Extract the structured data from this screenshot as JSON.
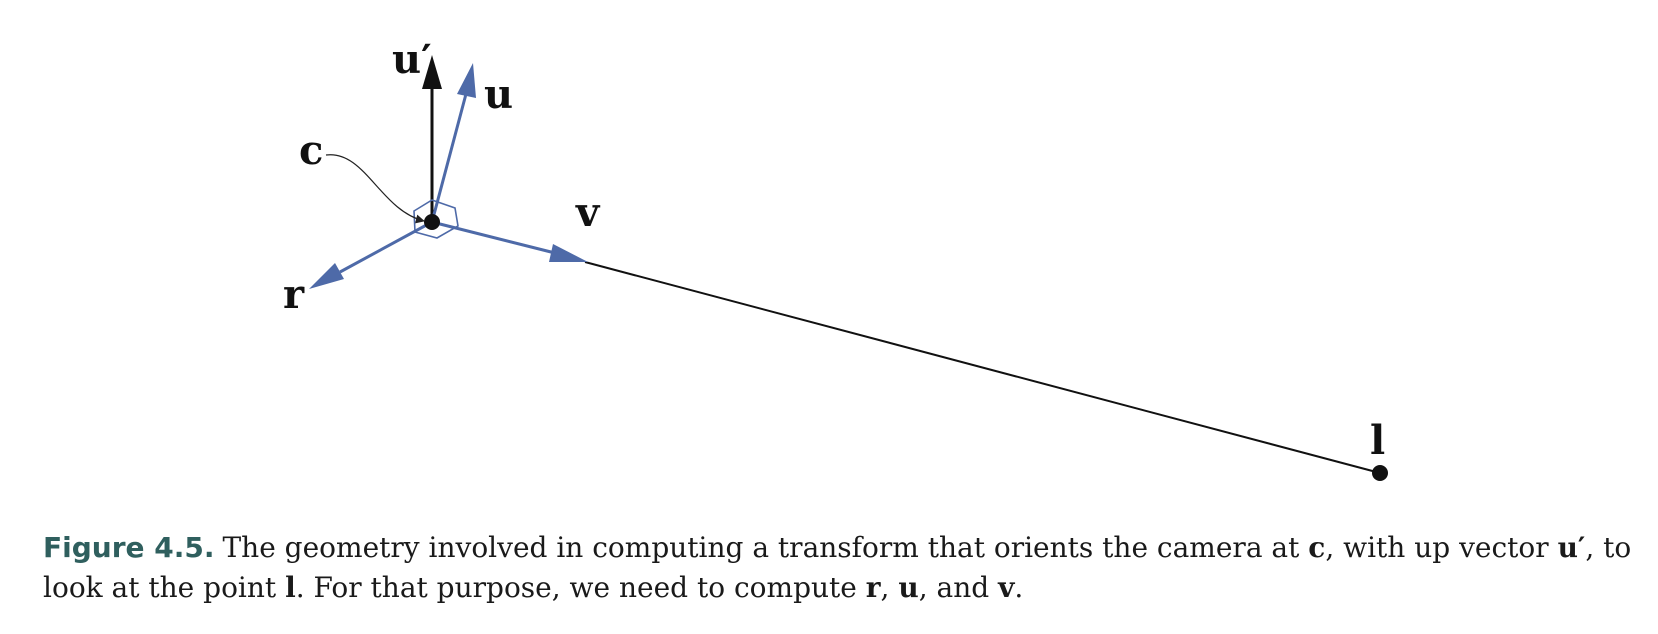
{
  "diagram": {
    "labels": {
      "u_prime": "u′",
      "u": "u",
      "c": "c",
      "v": "v",
      "r": "r",
      "l": "l"
    },
    "colors": {
      "camera_vectors": "#4e6aa8",
      "up_vector": "#111111",
      "line": "#111111"
    }
  },
  "caption": {
    "figure_number": "Figure 4.5.",
    "t1": "The geometry involved in computing a transform that orients the camera at ",
    "c": "c",
    "t2": ", with up vector ",
    "u_prime": "u′",
    "t3": ", to look at the point ",
    "l": "l",
    "t4": ". For that purpose, we need to compute ",
    "r": "r",
    "t5": ", ",
    "u": "u",
    "t6": ", and ",
    "v": "v",
    "t7": "."
  }
}
